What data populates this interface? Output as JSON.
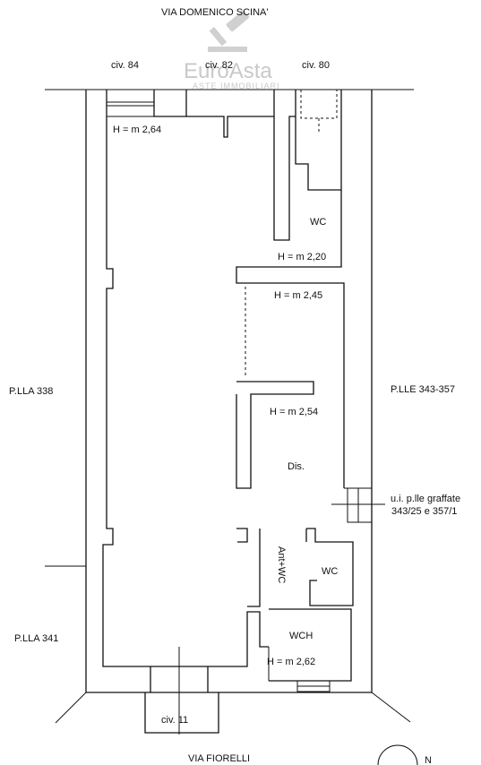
{
  "streets": {
    "top": "VIA DOMENICO SCINA'",
    "bottom": "VIA FIORELLI"
  },
  "entrances": {
    "civ84": "civ. 84",
    "civ82": "civ. 82",
    "civ80": "civ. 80",
    "civ11": "civ. 11"
  },
  "neighbours": {
    "left_upper": "P.LLA 338",
    "left_lower": "P.LLA 341",
    "right": "P.LLE 343-357"
  },
  "annotation": {
    "line1": "u.i. p.lle graffate",
    "line2": "343/25 e 357/1"
  },
  "heights": {
    "h1": "H = m 2,64",
    "h2": "H = m 2,20",
    "h3": "H = m 2,45",
    "h4": "H = m 2,54",
    "h5": "H = m 2,62"
  },
  "rooms": {
    "wc_top": "WC",
    "dis": "Dis.",
    "ant_wc": "Ant+WC",
    "wc_bottom": "WC",
    "wch": "WCH"
  },
  "watermark": {
    "brand": "EuroAsta",
    "tagline": "ASTE IMMOBILIARI"
  },
  "compass": {
    "north": "N"
  },
  "colors": {
    "lines": "#111111",
    "watermark": "#c9c9c9",
    "background": "#ffffff"
  }
}
